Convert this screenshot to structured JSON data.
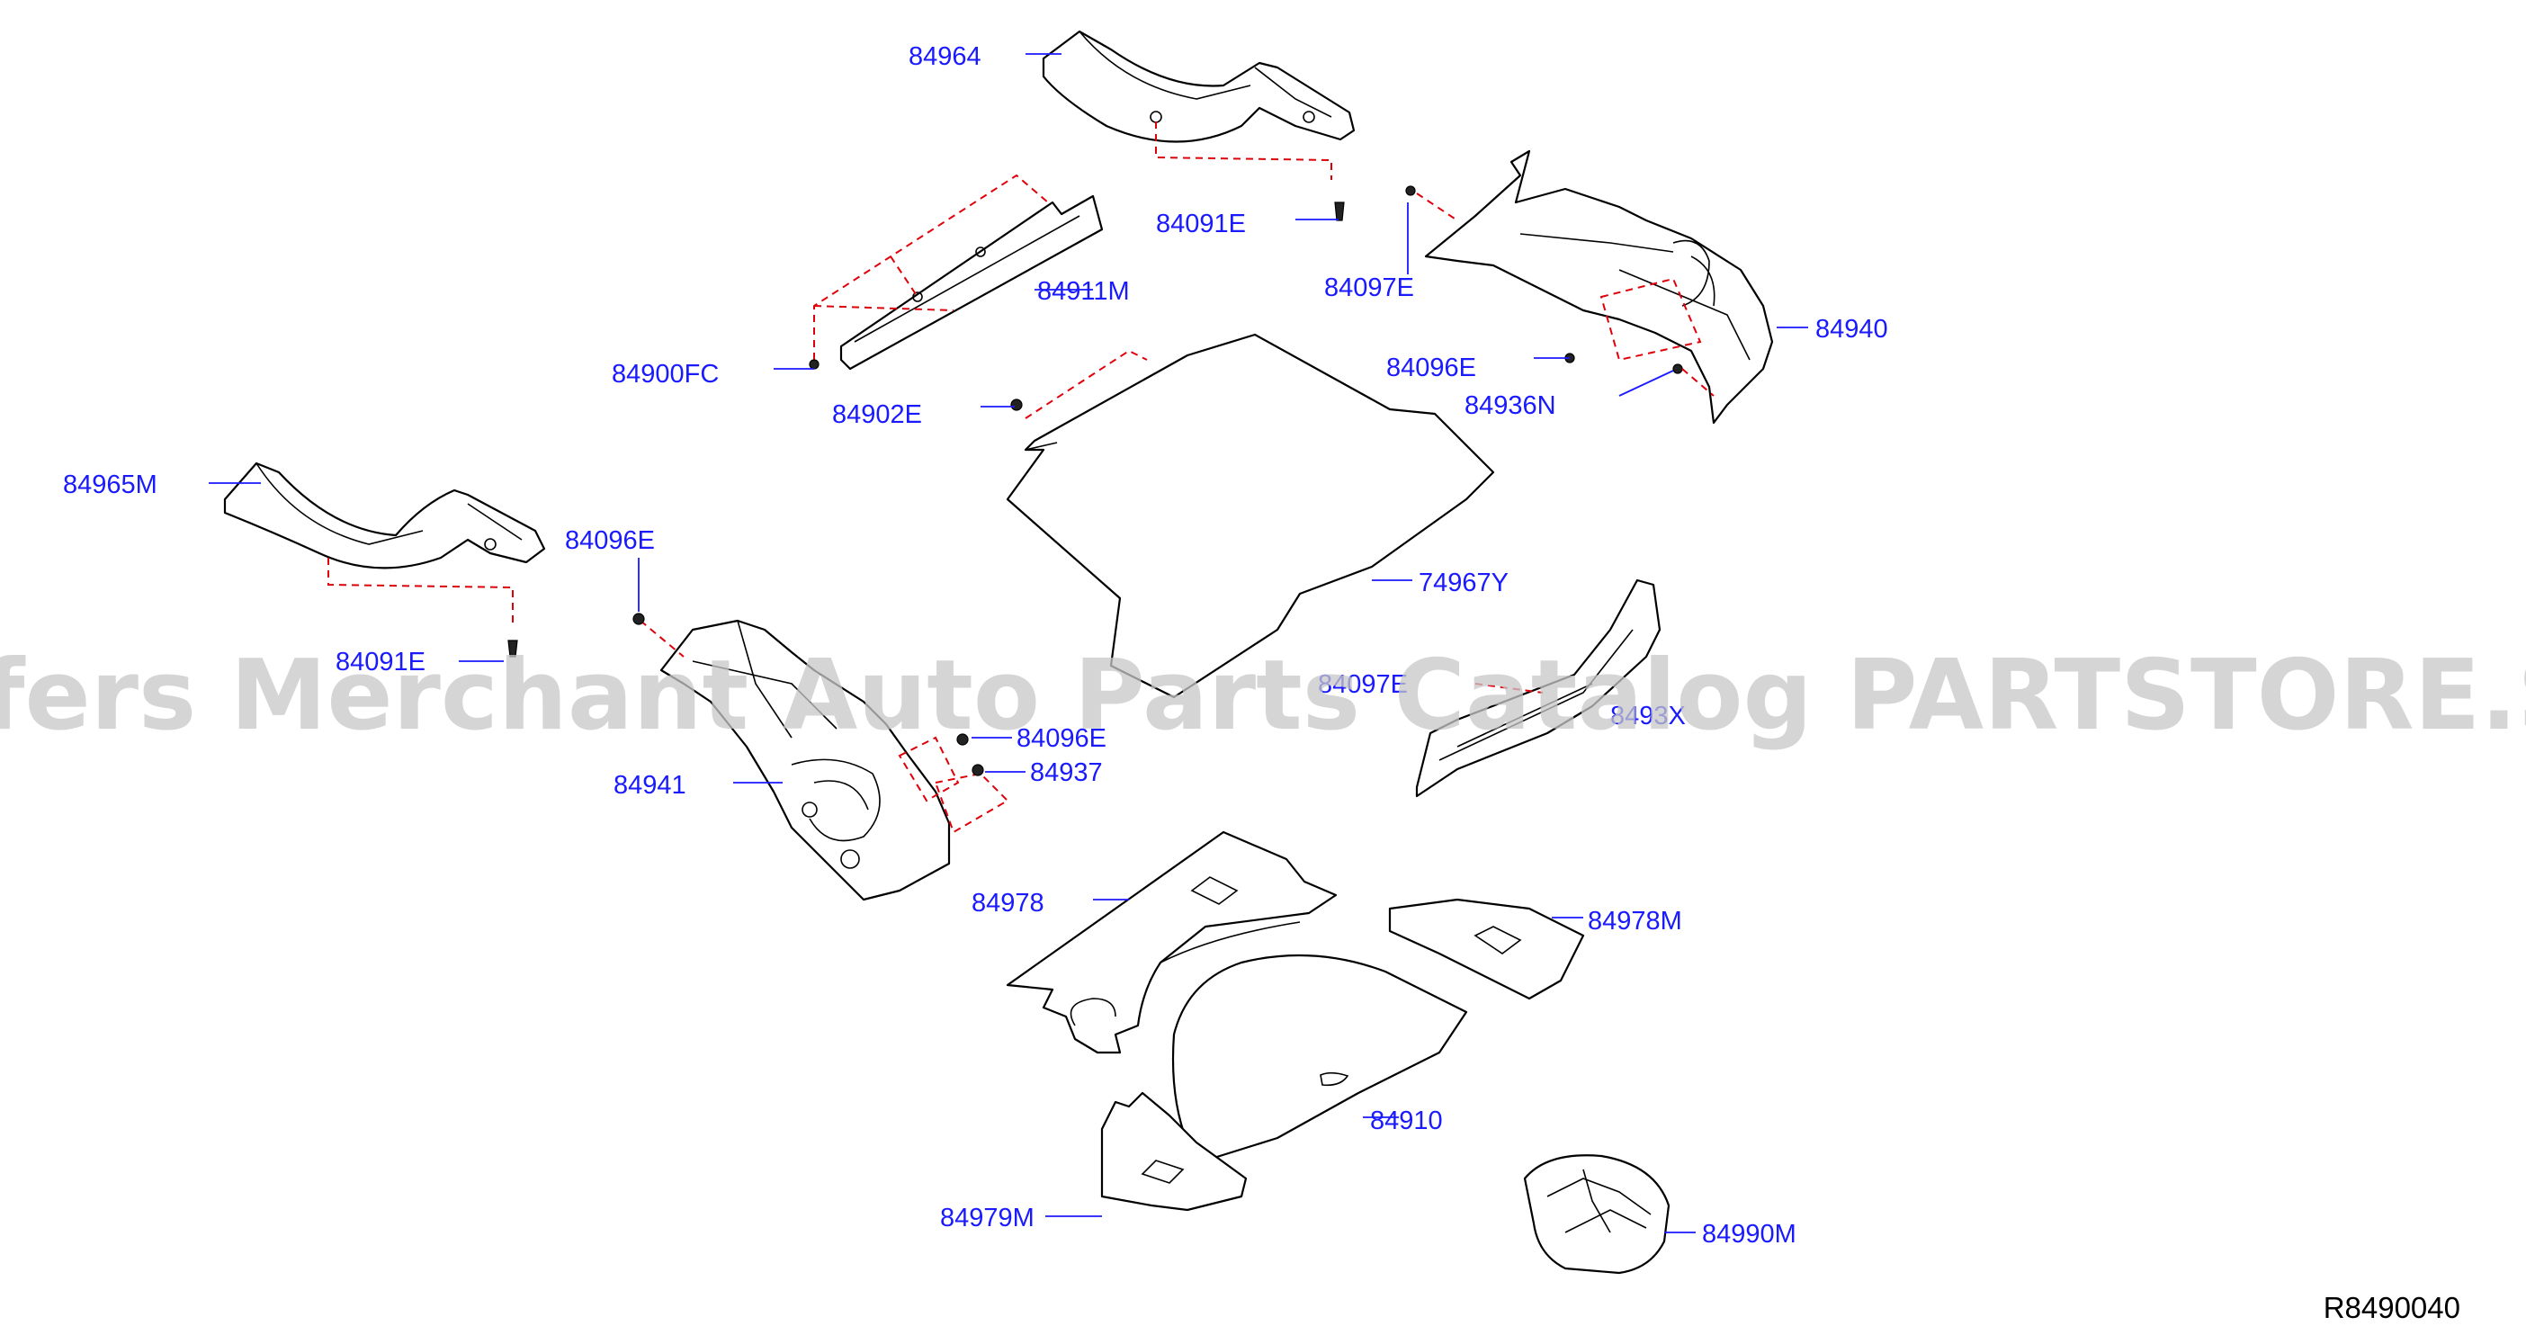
{
  "labels": {
    "p84964": "84964",
    "p84091E_top": "84091E",
    "p84097E_top": "84097E",
    "p84911M": "84911M",
    "p84940": "84940",
    "p84096E_right": "84096E",
    "p84900FC": "84900FC",
    "p84902E": "84902E",
    "p84936N": "84936N",
    "p84965M": "84965M",
    "p84096E_left": "84096E",
    "p74967Y": "74967Y",
    "p84091E_left": "84091E",
    "p84097E_mid": "84097E",
    "p8493X": "8493X",
    "p84096E_mid": "84096E",
    "p84937": "84937",
    "p84941": "84941",
    "p84978": "84978",
    "p84978M": "84978M",
    "p84910": "84910",
    "p84979M": "84979M",
    "p84990M": "84990M"
  },
  "reference_code": "R8490040",
  "watermark": "Offers Merchant Auto Parts Catalog PARTSTORE.SA",
  "colors": {
    "label": "#1a1aff",
    "dashed_guide": "#e0000a",
    "outline": "#000000",
    "watermark": "#c8c8c8"
  }
}
